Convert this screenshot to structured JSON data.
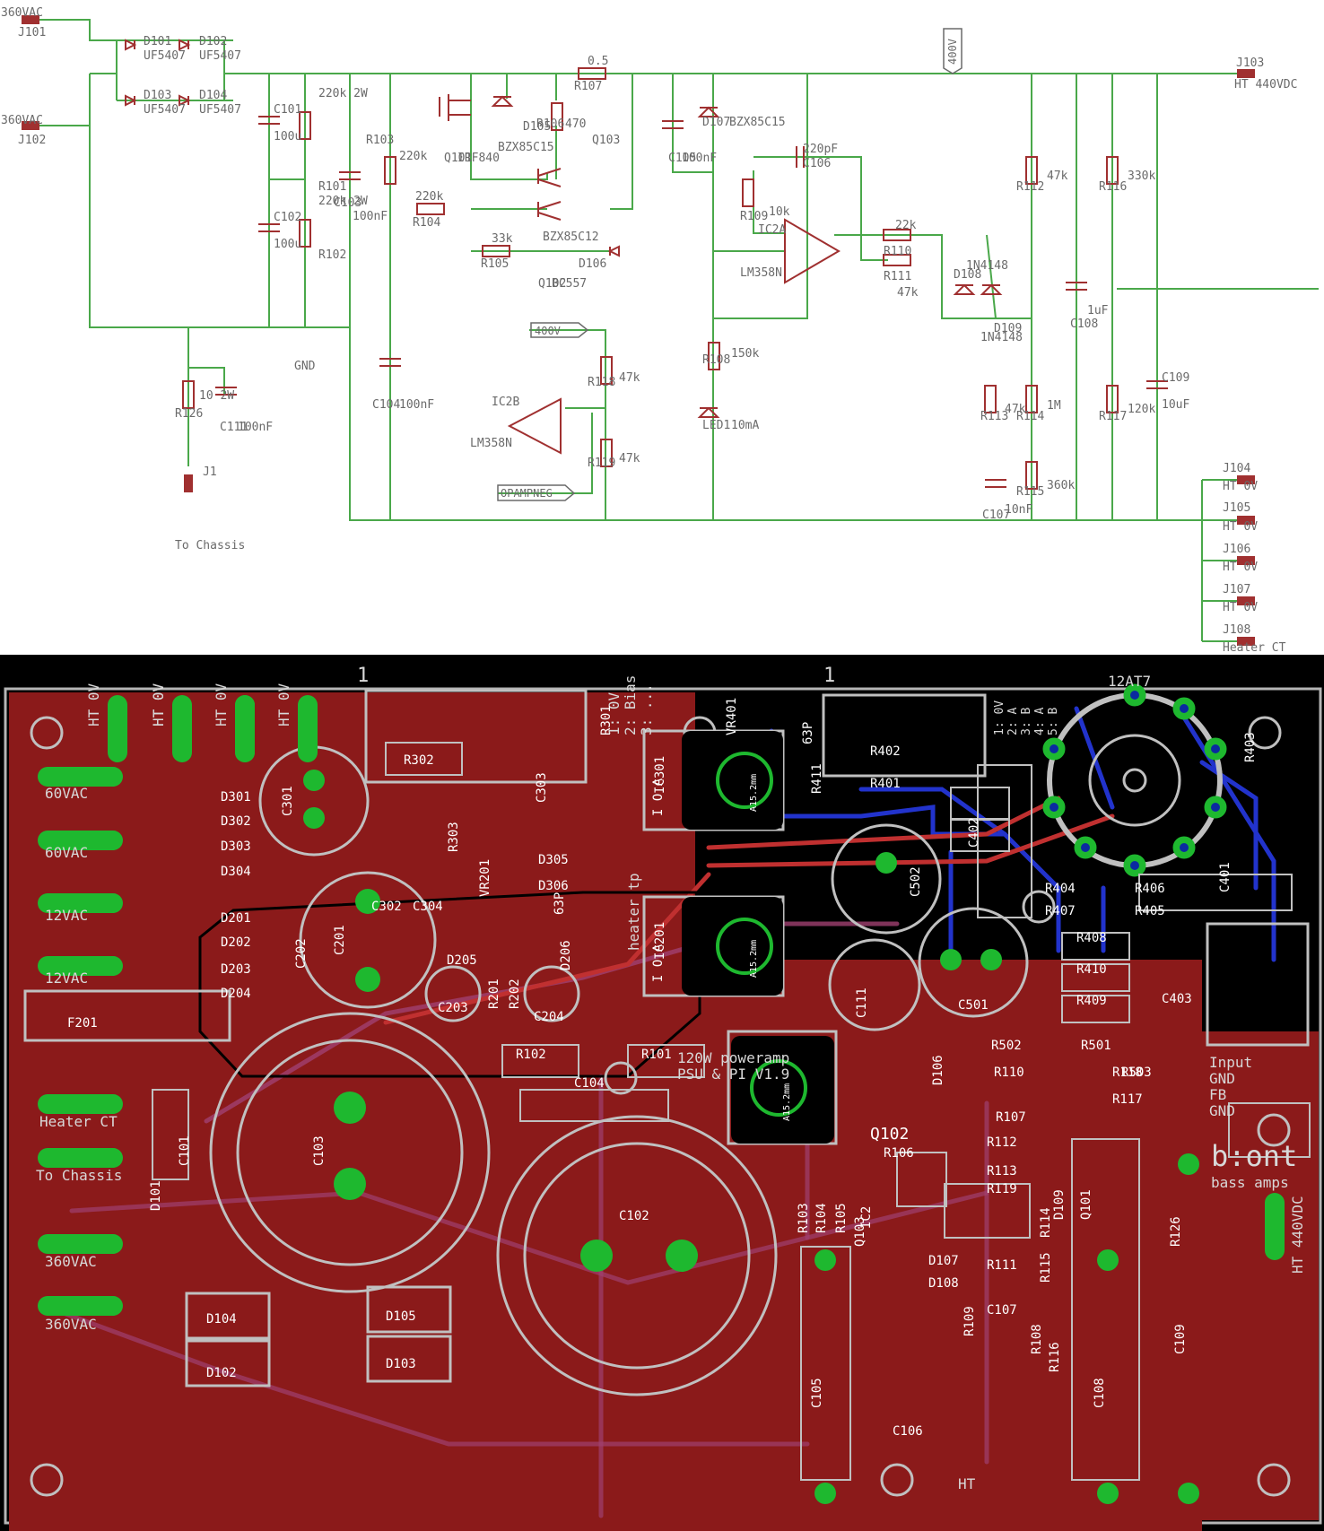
{
  "schematic": {
    "connectors": [
      {
        "ref": "J101",
        "value": "360VAC"
      },
      {
        "ref": "J102",
        "value": "360VAC"
      },
      {
        "ref": "J103",
        "value": "HT 440VDC"
      },
      {
        "ref": "J104",
        "value": "HT 0V"
      },
      {
        "ref": "J105",
        "value": "HT 0V"
      },
      {
        "ref": "J106",
        "value": "HT 0V"
      },
      {
        "ref": "J107",
        "value": "HT 0V"
      },
      {
        "ref": "J108",
        "value": "Heater CT"
      },
      {
        "ref": "J1",
        "value": "To Chassis"
      }
    ],
    "diodes": [
      {
        "ref": "D101",
        "value": "UF5407"
      },
      {
        "ref": "D102",
        "value": "UF5407"
      },
      {
        "ref": "D103",
        "value": "UF5407"
      },
      {
        "ref": "D104",
        "value": "UF5407"
      },
      {
        "ref": "D105",
        "value": "BZX85C15"
      },
      {
        "ref": "D106",
        "value": "BZX85C12"
      },
      {
        "ref": "D107",
        "value": "BZX85C15"
      },
      {
        "ref": "D108",
        "value": "1N4148"
      },
      {
        "ref": "D109",
        "value": "1N4148"
      },
      {
        "ref": "LED1",
        "value": "10mA"
      }
    ],
    "resistors": [
      {
        "ref": "R101",
        "value": "220k 2W"
      },
      {
        "ref": "R102",
        "value": "220k 2W"
      },
      {
        "ref": "R103",
        "value": "220k"
      },
      {
        "ref": "R104",
        "value": "220k"
      },
      {
        "ref": "R105",
        "value": "33k"
      },
      {
        "ref": "R106",
        "value": "470"
      },
      {
        "ref": "R107",
        "value": "0.5"
      },
      {
        "ref": "R108",
        "value": "150k"
      },
      {
        "ref": "R109",
        "value": "10k"
      },
      {
        "ref": "R110",
        "value": "22k"
      },
      {
        "ref": "R111",
        "value": "47k"
      },
      {
        "ref": "R112",
        "value": "47k"
      },
      {
        "ref": "R113",
        "value": "47k"
      },
      {
        "ref": "R114",
        "value": "1M"
      },
      {
        "ref": "R115",
        "value": "360k"
      },
      {
        "ref": "R116",
        "value": "330k"
      },
      {
        "ref": "R117",
        "value": "120k"
      },
      {
        "ref": "R118",
        "value": "47k"
      },
      {
        "ref": "R119",
        "value": "47k"
      },
      {
        "ref": "R126",
        "value": "10 2W"
      }
    ],
    "capacitors": [
      {
        "ref": "C101",
        "value": "100u"
      },
      {
        "ref": "C102",
        "value": "100u"
      },
      {
        "ref": "C103",
        "value": "100nF"
      },
      {
        "ref": "C104",
        "value": "100nF"
      },
      {
        "ref": "C105",
        "value": "100nF"
      },
      {
        "ref": "C106",
        "value": "220pF"
      },
      {
        "ref": "C107",
        "value": "10nF"
      },
      {
        "ref": "C108",
        "value": "1uF"
      },
      {
        "ref": "C109",
        "value": "10uF"
      },
      {
        "ref": "C111",
        "value": "100nF"
      }
    ],
    "transistors": [
      {
        "ref": "Q101",
        "value": "IRF840"
      },
      {
        "ref": "Q102",
        "value": "BC557"
      },
      {
        "ref": "Q103",
        "value": ""
      }
    ],
    "ics": [
      {
        "ref": "IC2A",
        "value": "LM358N"
      },
      {
        "ref": "IC2B",
        "value": "LM358N"
      }
    ],
    "net_labels": [
      "400V",
      "400V",
      "OPAMPNEG",
      "GND"
    ]
  },
  "pcb": {
    "board_title": "120W poweramp",
    "board_subtitle": "PSU & PI V1.9",
    "logo_text": "b:ont",
    "logo_sub": "bass amps",
    "pin1_marks": [
      "1",
      "1"
    ],
    "tube_label": "12AT7",
    "connector_labels": [
      "HT 0V",
      "HT 0V",
      "HT 0V",
      "HT 0V",
      "HT 0V",
      "60VAC",
      "60VAC",
      "12VAC",
      "12VAC",
      "Heater CT",
      "To Chassis",
      "360VAC",
      "360VAC",
      "HT 440VDC"
    ],
    "bias_labels": [
      "1: 0V",
      "2: Bias",
      "3: ..."
    ],
    "pot_header_labels": [
      "1: 0V",
      "2: A",
      "3: B",
      "4: A",
      "5: B"
    ],
    "input_labels": [
      "Input",
      "GND",
      "FB",
      "GND"
    ],
    "heater_tp": "heater tp",
    "ht_tp": "HT",
    "parts": [
      "D301",
      "D302",
      "D303",
      "D304",
      "D305",
      "D306",
      "D201",
      "D202",
      "D203",
      "D204",
      "D205",
      "D206",
      "C301",
      "C302",
      "C303",
      "C304",
      "C201",
      "C202",
      "C203",
      "C204",
      "R301",
      "R302",
      "R303",
      "R201",
      "R202",
      "VR201",
      "VR401",
      "F201",
      "IC301",
      "IC201",
      "R402",
      "R401",
      "R411",
      "R403",
      "R404",
      "R405",
      "R406",
      "R407",
      "R408",
      "R409",
      "R410",
      "C401",
      "C402",
      "C403",
      "C501",
      "C502",
      "R501",
      "R502",
      "R503",
      "R101",
      "R102",
      "R103",
      "R104",
      "R105",
      "R106",
      "R107",
      "R108",
      "R109",
      "R110",
      "R111",
      "R112",
      "R113",
      "R114",
      "R115",
      "R116",
      "R117",
      "R118",
      "R119",
      "R126",
      "C101",
      "C102",
      "C103",
      "C104",
      "C105",
      "C106",
      "C107",
      "C108",
      "C109",
      "C111",
      "D101",
      "D102",
      "D103",
      "D104",
      "D105",
      "D106",
      "D107",
      "D108",
      "D109",
      "Q101",
      "Q102",
      "Q103",
      "IC2"
    ],
    "ic_labels": [
      "I O A",
      "I O A"
    ],
    "vr_labels": [
      "63P",
      "63P"
    ],
    "reg_labels": [
      "A15.2mm",
      "A15.2mm",
      "A15.2mm"
    ]
  }
}
